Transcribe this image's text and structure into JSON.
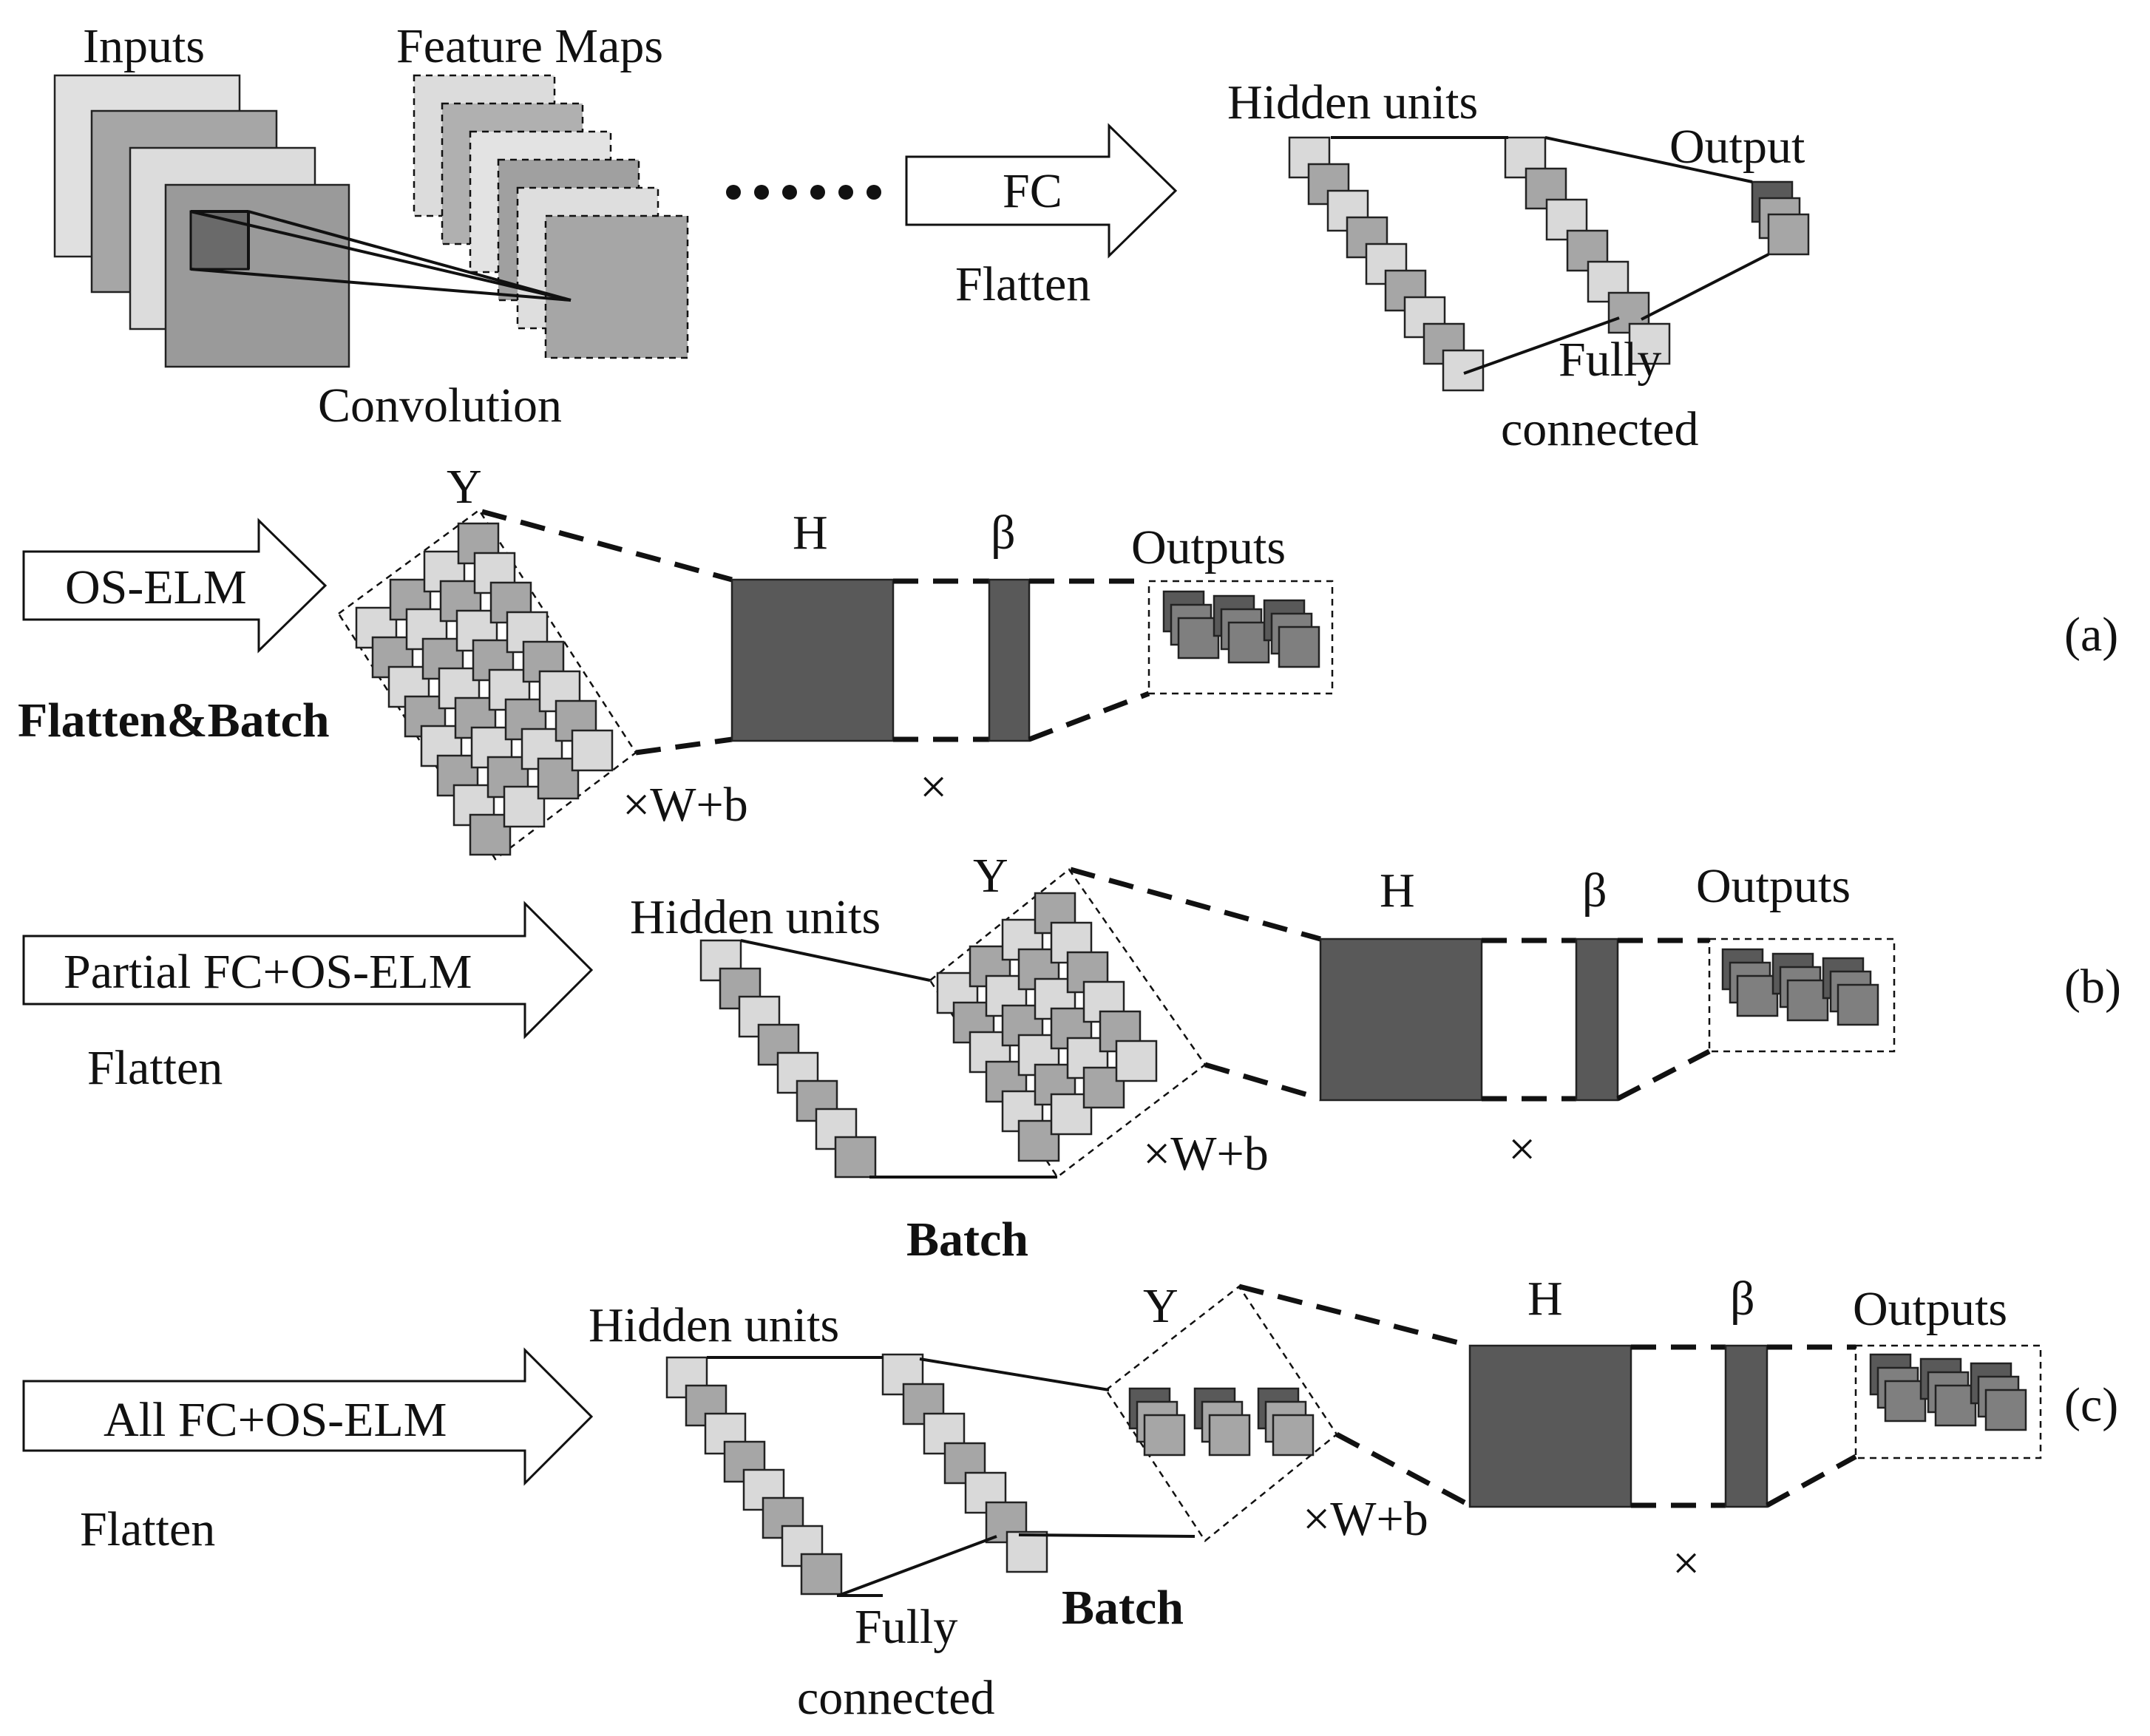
{
  "labels": {
    "inputs": "Inputs",
    "feature_maps": "Feature Maps",
    "convolution": "Convolution",
    "ellipsis": "••••••",
    "fc_arrow": "FC",
    "flatten_top": "Flatten",
    "hidden_units_top": "Hidden units",
    "output": "Output",
    "fully_connected_top": [
      "Fully",
      "connected"
    ],
    "a": {
      "arrow": "OS-ELM",
      "sub": "Flatten&Batch",
      "y": "Y",
      "h": "H",
      "beta": "β",
      "outputs": "Outputs",
      "wb": "×W+b",
      "times": "×",
      "tag": "(a)"
    },
    "b": {
      "arrow": "Partial FC+OS-ELM",
      "sub": "Flatten",
      "hidden_units": "Hidden units",
      "y": "Y",
      "h": "H",
      "beta": "β",
      "outputs": "Outputs",
      "wb": "×W+b",
      "times": "×",
      "batch": "Batch",
      "tag": "(b)"
    },
    "c": {
      "arrow": "All FC+OS-ELM",
      "sub": "Flatten",
      "hidden_units": "Hidden units",
      "y": "Y",
      "h": "H",
      "beta": "β",
      "outputs": "Outputs",
      "wb": "×W+b",
      "times": "×",
      "batch": "Batch",
      "fully_connected": [
        "Fully",
        "connected"
      ],
      "tag": "(c)"
    }
  },
  "colors": {
    "light": "#d9d9d9",
    "mid": "#a6a6a6",
    "dark": "#595959",
    "darker": "#7f7f7f"
  }
}
